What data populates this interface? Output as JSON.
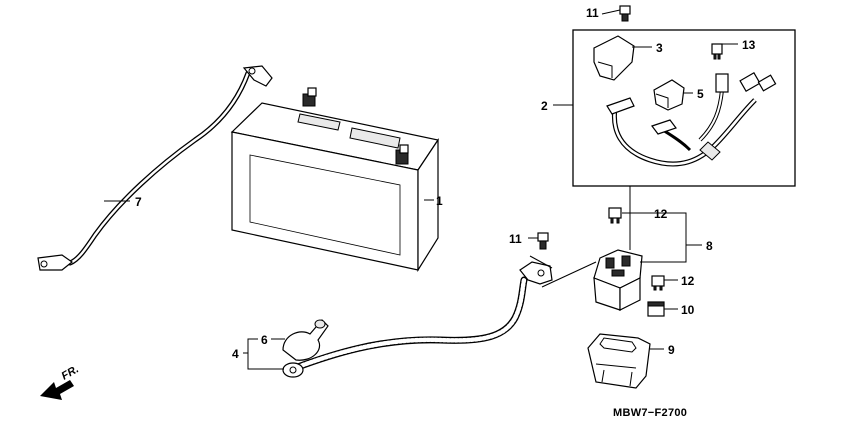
{
  "diagram": {
    "drawing_code": "MBW7−F2700",
    "direction_label": "FR.",
    "callouts": [
      {
        "id": "c1",
        "text": "1"
      },
      {
        "id": "c2",
        "text": "2"
      },
      {
        "id": "c3",
        "text": "3"
      },
      {
        "id": "c4",
        "text": "4"
      },
      {
        "id": "c5",
        "text": "5"
      },
      {
        "id": "c6",
        "text": "6"
      },
      {
        "id": "c7",
        "text": "7"
      },
      {
        "id": "c8",
        "text": "8"
      },
      {
        "id": "c9",
        "text": "9"
      },
      {
        "id": "c10",
        "text": "10"
      },
      {
        "id": "c11a",
        "text": "11"
      },
      {
        "id": "c11b",
        "text": "11"
      },
      {
        "id": "c12a",
        "text": "12"
      },
      {
        "id": "c12b",
        "text": "12"
      },
      {
        "id": "c13",
        "text": "13"
      }
    ]
  }
}
